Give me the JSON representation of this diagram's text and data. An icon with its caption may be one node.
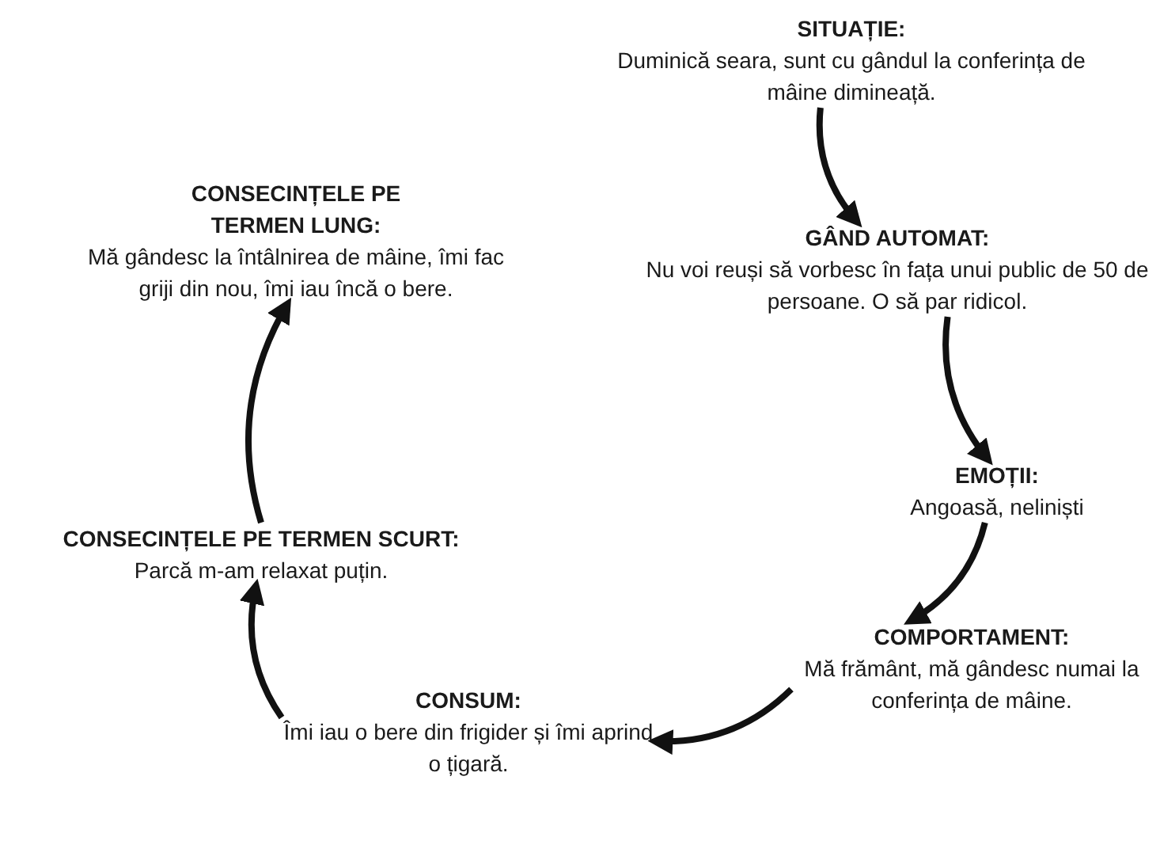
{
  "diagram": {
    "nodes": [
      {
        "text": [
          "SITUAȚIE:",
          "Duminică seara, sunt cu gândul la conferința de mâine dimineață."
        ]
      },
      {
        "text": [
          "GÂND AUTOMAT:",
          "Nu voi reuși să vorbesc în fața unui public de 50 de persoane. O să par ridicol."
        ]
      },
      {
        "text": [
          "EMOȚII:",
          "Angoasă, neliniști"
        ]
      },
      {
        "text": [
          "COMPORTAMENT:",
          "Mă frământ, mă gândesc numai la conferința de mâine."
        ]
      },
      {
        "text": [
          "CONSUM:",
          "Îmi iau o bere din frigider și îmi aprind o țigară."
        ]
      },
      {
        "text": [
          "CONSECINȚELE PE TERMEN SCURT:",
          "Parcă m-am relaxat puțin."
        ]
      },
      {
        "text": [
          "CONSECINȚELE PE TERMEN LUNG:",
          "Mă gândesc la întâlnirea de mâine, îmi fac griji din nou, îmi iau încă o bere."
        ]
      }
    ],
    "edges": [
      {
        "from": 0,
        "to": 1,
        "arrow": "to"
      },
      {
        "from": 1,
        "to": 2,
        "arrow": "to"
      },
      {
        "from": 2,
        "to": 3,
        "arrow": "to"
      },
      {
        "from": 3,
        "to": 4,
        "arrow": "to"
      },
      {
        "from": 4,
        "to": 5,
        "arrow": "to"
      },
      {
        "from": 5,
        "to": 6,
        "arrow": "to"
      }
    ]
  }
}
